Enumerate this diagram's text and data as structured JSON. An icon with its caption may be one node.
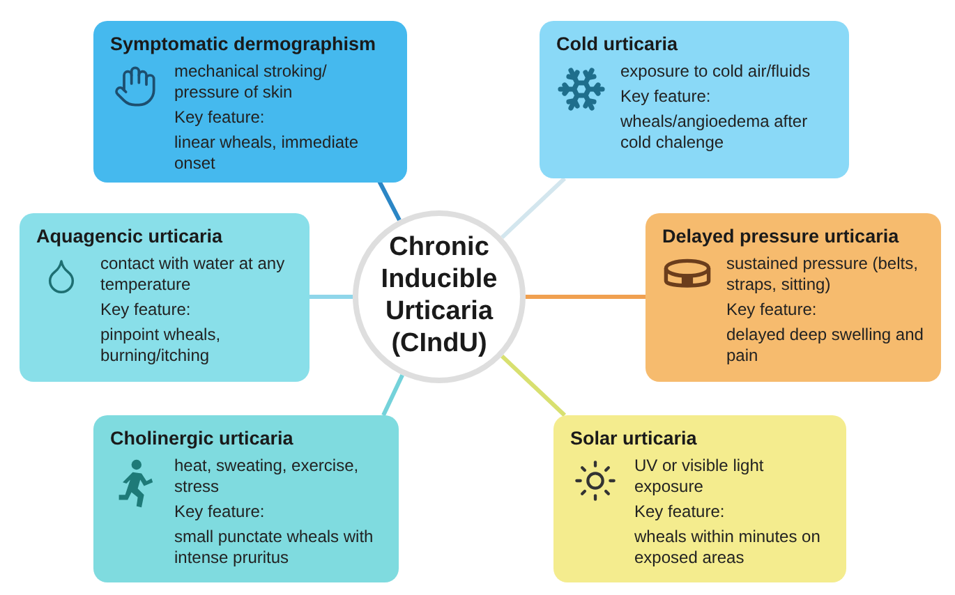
{
  "diagram": {
    "nodes": [
      {
        "text": [
          "Symptomatic dermographism",
          "mechanical stroking/ pressure of skin",
          "Key feature:",
          "linear wheals, immediate onset"
        ]
      },
      {
        "text": [
          "Cold urticaria",
          "exposure to cold air/fluids",
          "Key feature:",
          "wheals/angioedema after cold chalenge"
        ]
      },
      {
        "text": [
          "Aquagencic urticaria",
          "contact with water at any temperature",
          "Key feature:",
          "pinpoint wheals, burning/itching"
        ]
      },
      {
        "text": [
          "Chronic Inducible Urticaria (CIndU)"
        ]
      },
      {
        "text": [
          "Delayed pressure urticaria",
          "sustained pressure (belts, straps, sitting)",
          "Key feature:",
          "delayed deep swelling and pain"
        ]
      },
      {
        "text": [
          "Cholinergic urticaria",
          "heat, sweating, exercise, stress",
          "Key feature:",
          "small punctate wheals with intense pruritus"
        ]
      },
      {
        "text": [
          "Solar urticaria",
          "UV or visible light exposure",
          "Key feature:",
          "wheals within minutes on exposed areas"
        ]
      }
    ],
    "edges": [
      {
        "from": 3,
        "to": 0,
        "arrow": "none",
        "color": "#2b86c5"
      },
      {
        "from": 3,
        "to": 1,
        "arrow": "none",
        "color": "#d3e6ee"
      },
      {
        "from": 3,
        "to": 2,
        "arrow": "none",
        "color": "#8fd6ea"
      },
      {
        "from": 3,
        "to": 4,
        "arrow": "none",
        "color": "#f0a050"
      },
      {
        "from": 3,
        "to": 5,
        "arrow": "none",
        "color": "#74d2da"
      },
      {
        "from": 3,
        "to": 6,
        "arrow": "none",
        "color": "#d8e070"
      }
    ]
  }
}
